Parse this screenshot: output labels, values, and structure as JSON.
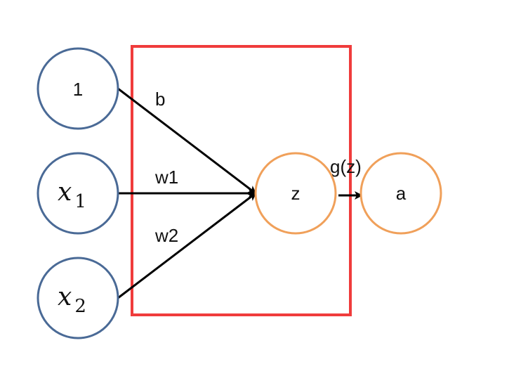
{
  "nodes": {
    "bias": {
      "label": "1"
    },
    "x1": {
      "symbol": "x",
      "subscript": "1"
    },
    "x2": {
      "symbol": "x",
      "subscript": "2"
    },
    "z": {
      "label": "z"
    },
    "a": {
      "label": "a"
    }
  },
  "edges": {
    "bias_to_z": {
      "label": "b"
    },
    "x1_to_z": {
      "label": "w1"
    },
    "x2_to_z": {
      "label": "w2"
    },
    "z_to_a": {
      "label": "g(z)"
    }
  },
  "colors": {
    "input_node_stroke": "#4a6a96",
    "neuron_node_stroke": "#f0a05a",
    "highlight_box_stroke": "#f03c3c",
    "edge_stroke": "#000000"
  }
}
